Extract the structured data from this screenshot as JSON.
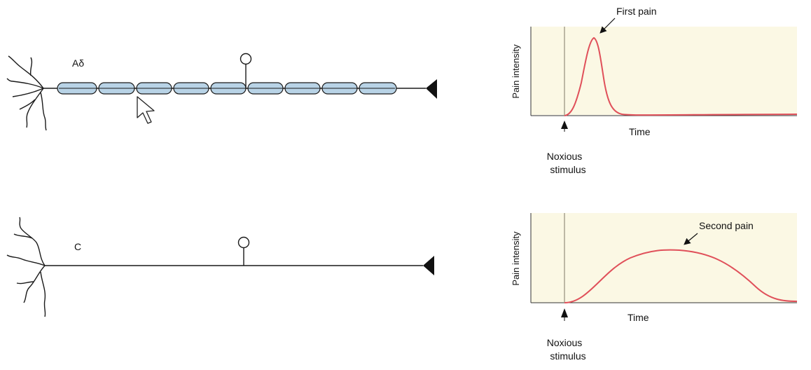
{
  "neurons": [
    {
      "id": "a-delta",
      "label": "Aδ",
      "myelinated": true
    },
    {
      "id": "c-fiber",
      "label": "C",
      "myelinated": false
    }
  ],
  "panels": [
    {
      "id": "first",
      "y_axis_label": "Pain intensity",
      "x_axis_label": "Time",
      "stimulus_label_line1": "Noxious",
      "stimulus_label_line2": "stimulus",
      "annotation": "First pain",
      "curve": "fast-sharp-peak"
    },
    {
      "id": "second",
      "y_axis_label": "Pain intensity",
      "x_axis_label": "Time",
      "stimulus_label_line1": "Noxious",
      "stimulus_label_line2": "stimulus",
      "annotation": "Second pain",
      "curve": "slow-broad-hump"
    }
  ],
  "colors": {
    "myelin_fill": "#b8d3e6",
    "myelin_stroke": "#1a1a1a",
    "plot_background": "#fbf8e4",
    "pain_curve": "#e0505a",
    "stimulus_line": "#a8a290",
    "axon": "#1a1a1a"
  }
}
